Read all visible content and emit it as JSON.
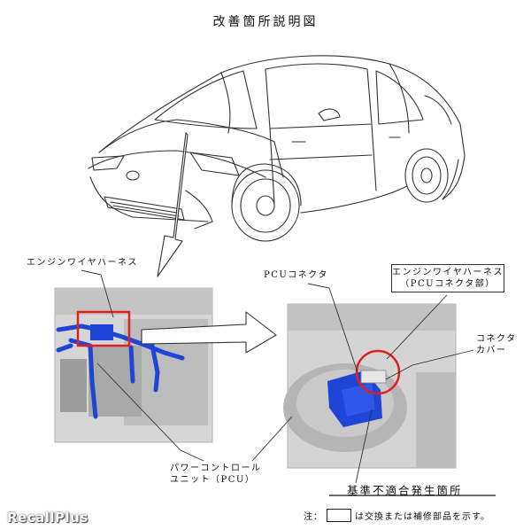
{
  "title": "改善箇所説明図",
  "labels": {
    "harness_left": "エンジンワイヤハーネス",
    "pcu_connector": "PCUコネクタ",
    "harness_right_line1": "エンジンワイヤハーネス",
    "harness_right_line2": "（PCUコネクタ部）",
    "connector_cover_line1": "コネクタ",
    "connector_cover_line2": "カバー",
    "pcu_line1": "パワーコントロール",
    "pcu_line2": "ユニット（PCU）",
    "defect_location": "基準不適合発生箇所"
  },
  "note": {
    "prefix": "注：",
    "suffix": "は交換または補修部品を示す。"
  },
  "watermark": "RecallPlus",
  "colors": {
    "highlight_red": "#e0201c",
    "harness_blue": "#1f45d6",
    "line": "#333333"
  }
}
